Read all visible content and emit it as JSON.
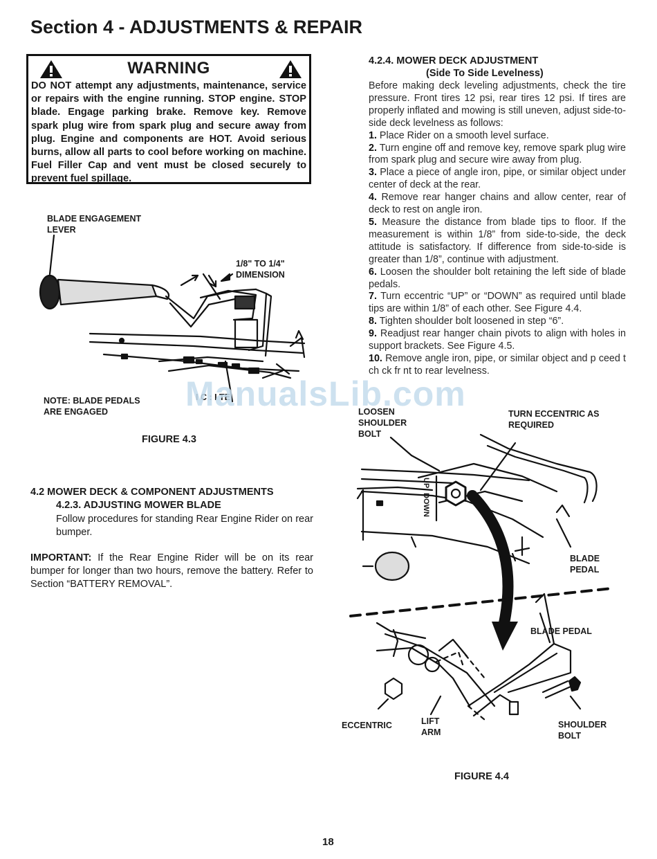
{
  "page": {
    "title": "Section 4 - ADJUSTMENTS & REPAIR",
    "page_number": "18",
    "watermark": "ManualsLib.com"
  },
  "warning": {
    "heading": "WARNING",
    "icon": "warning-triangle-icon",
    "text": "DO NOT attempt any adjustments, maintenance, service or repairs with the engine running. STOP engine. STOP blade. Engage parking brake. Remove key. Remove spark plug wire from spark plug and secure away from plug. Engine and components are HOT. Avoid serious burns, allow all parts to cool before working on machine. Fuel Filler Cap and vent must be closed securely to prevent fuel spillage."
  },
  "figure_4_3": {
    "label_lever": "BLADE ENGAGEMENT\nLEVER",
    "label_dimension": "1/8\" TO 1/4\"\nDIMENSION",
    "label_note": "NOTE: BLADE PEDALS\nARE ENGAGED",
    "label_partial": "I   C  :  I   TE",
    "caption": "FIGURE 4.3"
  },
  "section_4_2": {
    "heading": "4.2   MOWER DECK & COMPONENT ADJUSTMENTS",
    "subheading": "4.2.3.  ADJUSTING MOWER BLADE",
    "text": "Follow procedures for standing Rear Engine Rider on rear bumper.",
    "important_label": "IMPORTANT:",
    "important_text": " If the Rear Engine Rider will be on its rear bumper for longer than two hours, remove the battery. Refer to Section “BATTERY REMOVAL”."
  },
  "section_4_2_4": {
    "heading": "4.2.4.   MOWER DECK ADJUSTMENT",
    "subheading": "(Side To Side Levelness)",
    "intro": "Before making deck leveling adjustments, check the tire pressure.  Front tires 12 psi, rear tires 12 psi. If tires are properly inflated and mowing is still uneven, adjust side-to-side deck levelness as follows:",
    "steps": [
      {
        "num": "1.",
        "text": " Place Rider on a smooth level surface."
      },
      {
        "num": "2.",
        "text": " Turn engine off and remove key, remove spark plug wire from spark plug and secure wire away from plug."
      },
      {
        "num": "3.",
        "text": " Place a piece of angle iron, pipe, or similar object under center of deck at the rear."
      },
      {
        "num": "4.",
        "text": " Remove rear hanger chains and allow center, rear of deck to rest on angle iron."
      },
      {
        "num": "5.",
        "text": " Measure the distance from blade tips to floor.  If the measurement is within 1/8” from side-to-side, the deck attitude is satisfactory.  If difference from side-to-side is greater than 1/8”, continue with adjustment."
      },
      {
        "num": "6.",
        "text": " Loosen the shoulder bolt retaining the left side of blade pedals."
      },
      {
        "num": "7.",
        "text": " Turn eccentric “UP” or “DOWN” as required until blade tips are within 1/8” of each other. See Figure 4.4."
      },
      {
        "num": "8.",
        "text": " Tighten shoulder bolt loosened in step “6”."
      },
      {
        "num": "9.",
        "text": " Readjust rear hanger chain pivots to align with holes in support brackets. See Figure 4.5."
      },
      {
        "num": "10.",
        "text": " Remove angle iron, pipe, or similar object and p  ceed t  ch  ck fr  nt to rear levelness."
      }
    ]
  },
  "figure_4_4": {
    "label_loosen": "LOOSEN\nSHOULDER\nBOLT",
    "label_turn": "TURN ECCENTRIC AS\nREQUIRED",
    "label_blade_pedal_1": "BLADE\nPEDAL",
    "label_blade_pedal_2": "BLADE PEDAL",
    "label_eccentric": "ECCENTRIC",
    "label_lift_arm": "LIFT\nARM",
    "label_shoulder_bolt": "SHOULDER\nBOLT",
    "label_up": "UP",
    "label_down": "DOWN",
    "caption": "FIGURE 4.4"
  }
}
